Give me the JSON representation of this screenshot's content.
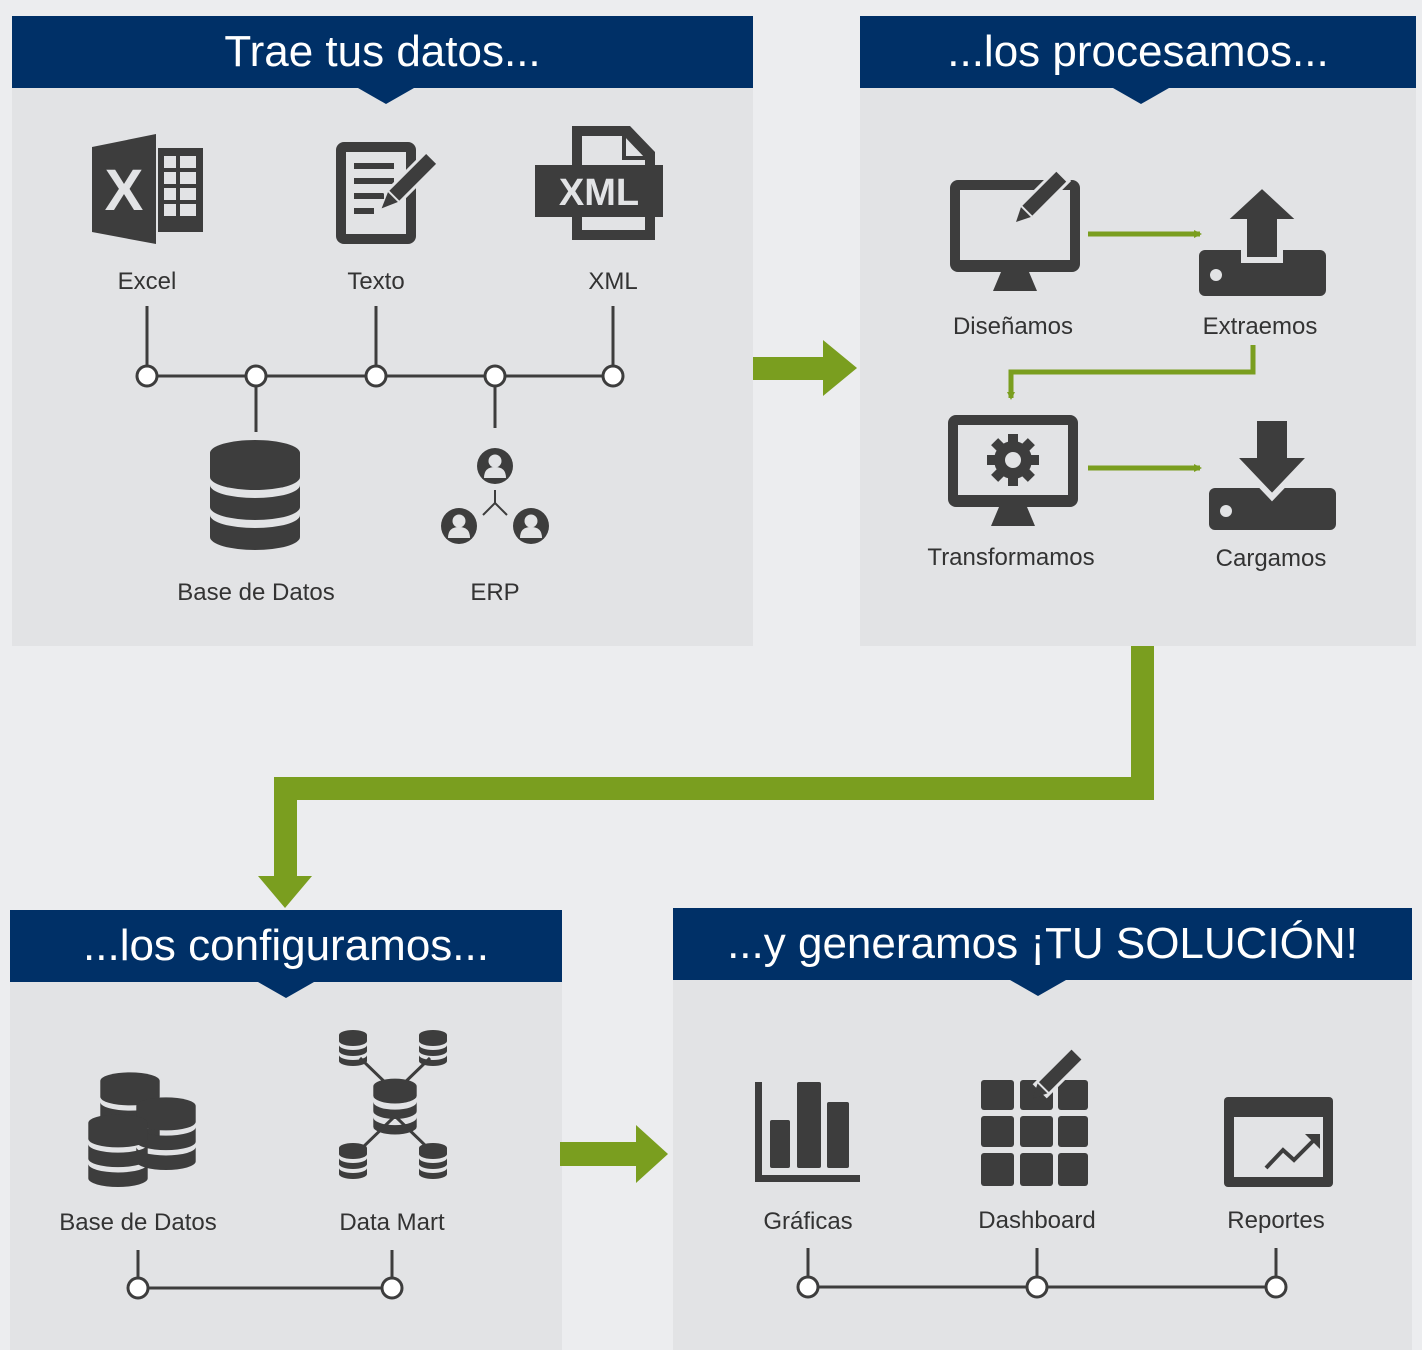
{
  "panels": {
    "gather": {
      "title": "Trae tus datos...",
      "labels": {
        "excel": "Excel",
        "text": "Texto",
        "xml": "XML",
        "database": "Base de Datos",
        "erp": "ERP"
      },
      "xml_icon_text": "XML"
    },
    "process": {
      "title": "...los procesamos...",
      "labels": {
        "design": "Diseñamos",
        "extract": "Extraemos",
        "transform": "Transformamos",
        "load": "Cargamos"
      }
    },
    "configure": {
      "title": "...los configuramos...",
      "labels": {
        "database": "Base de Datos",
        "datamart": "Data Mart"
      }
    },
    "generate": {
      "title": "...y generamos ¡TU SOLUCIÓN!",
      "labels": {
        "charts": "Gráficas",
        "dashboard": "Dashboard",
        "reports": "Reportes"
      }
    }
  },
  "colors": {
    "banner": "#003067",
    "arrow": "#7a9e1f",
    "icon": "#3d3d3d",
    "panel": "#e2e3e5",
    "background": "#ecedef"
  }
}
